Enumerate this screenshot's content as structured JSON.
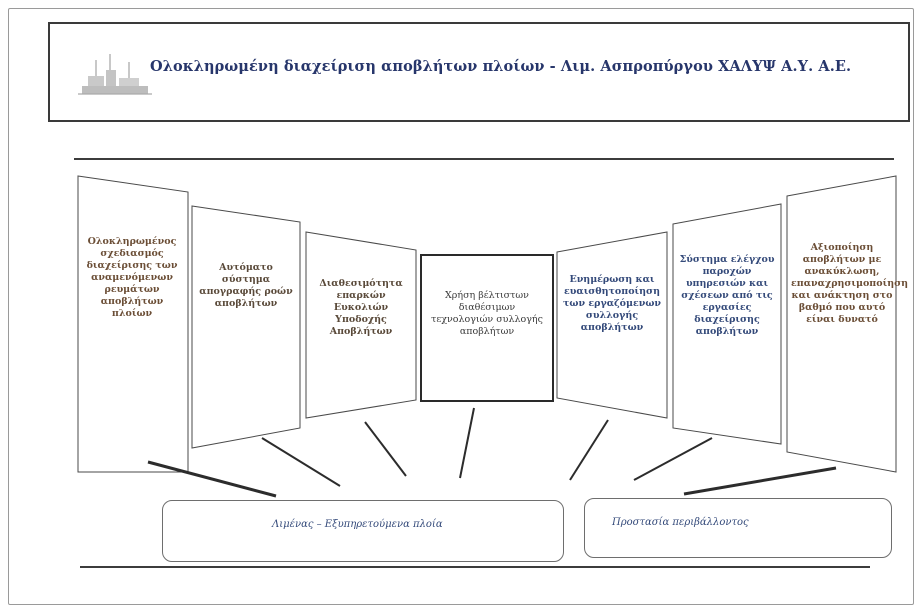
{
  "header": {
    "title": "Ολοκληρωμένη διαχείριση αποβλήτων πλοίων   - Λιμ. Ασπροπύργου ΧΑΛΥΨ Α.Υ. Α.Ε.",
    "logo_icon": "ship-logo-icon"
  },
  "panels": [
    {
      "label": "Ολοκληρωμένος σχεδιασμός διαχείρισης των αναμενόμενων ρευμάτων αποβλήτων πλοίων"
    },
    {
      "label": "Αυτόματο σύστημα απογραφής ροών αποβλήτων"
    },
    {
      "label": "Διαθεσιμότητα επαρκών Ευκολιών Υποδοχής Αποβλήτων"
    },
    {
      "label": "Χρήση βέλτιστων διαθέσιμων τεχνολογιών συλλογής αποβλήτων"
    },
    {
      "label": "Ενημέρωση και ευαισθητοποίηση των εργαζόμενων συλλογής αποβλήτων"
    },
    {
      "label": "Σύστημα ελέγχου παροχών υπηρεσιών και σχέσεων από τις εργασίες διαχείρισης αποβλήτων"
    },
    {
      "label": "Αξιοποίηση αποβλήτων με ανακύκλωση, επαναχρησιμοποίηση και ανάκτηση στο βαθμό που αυτό είναι δυνατό"
    }
  ],
  "bottom": {
    "left_label": "Λιμένας  –  Εξυπηρετούμενα πλοία",
    "right_label": "Προστασία περιβάλλοντος"
  },
  "colors": {
    "title": "#27366b",
    "border": "#3a3a3a"
  }
}
